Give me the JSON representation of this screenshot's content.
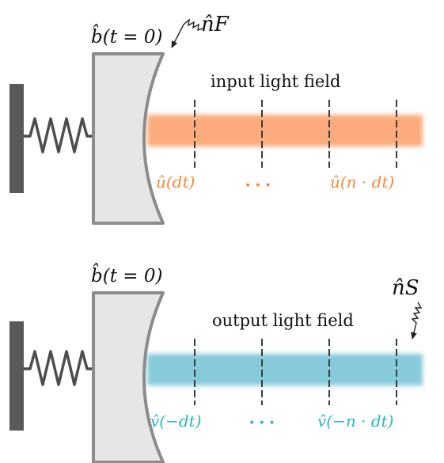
{
  "colors": {
    "wall": "#595959",
    "spring": "#4d4d4d",
    "mirror_fill": "#e6e6e6",
    "mirror_stroke": "#8c8c8c",
    "input_beam": "#fcab7c",
    "input_label": "#f08a3a",
    "output_beam": "#86cadb",
    "output_label": "#2bb5c9",
    "slice_line": "#3a3a3a",
    "arrow": "#222222",
    "text": "#111111"
  },
  "top_panel": {
    "mirror_operator_label": "b̂(t = 0)",
    "noise_operator_label": "n̂F",
    "beam_title": "input light field",
    "slice_label_first": "û(dt)",
    "slice_label_dots": "• • •",
    "slice_label_last": "û(n · dt)"
  },
  "bottom_panel": {
    "mirror_operator_label": "b̂(t = 0)",
    "noise_operator_label": "n̂S",
    "beam_title": "output light field",
    "slice_label_first": "v̂(−dt)",
    "slice_label_dots": "• • •",
    "slice_label_last": "v̂(−n · dt)"
  }
}
